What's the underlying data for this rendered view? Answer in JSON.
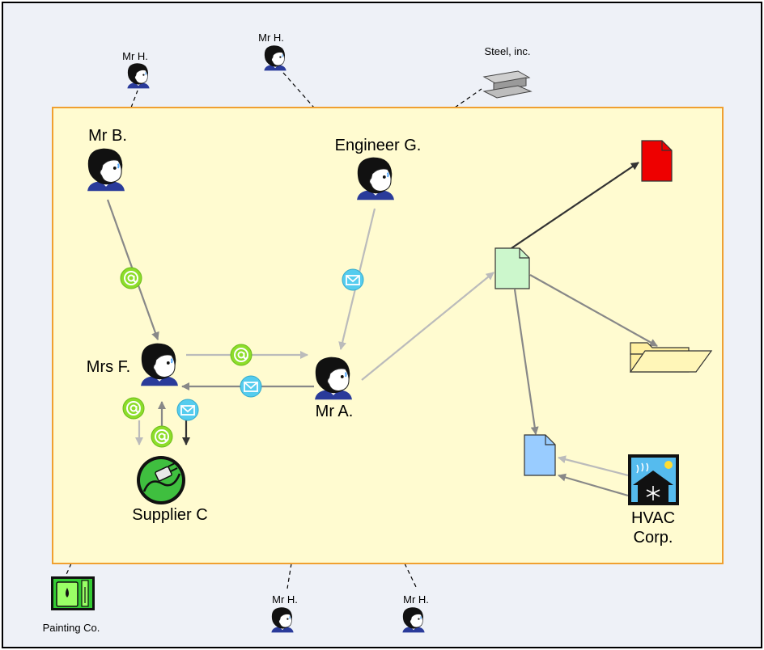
{
  "colors": {
    "canvas_bg": "#eef1f7",
    "zone_fill": "#fffbd0",
    "zone_border": "#f0a030",
    "email_green": "#8ddd2a",
    "message_cyan": "#55ccee",
    "doc_green": "#ccf7cc",
    "doc_red": "#ee0000",
    "doc_blue": "#99ccff",
    "folder": "#fff0a0"
  },
  "people": {
    "mr_b": "Mr B.",
    "engineer_g": "Engineer G.",
    "mrs_f": "Mrs F.",
    "mr_a": "Mr A.",
    "supplier_c": "Supplier C",
    "hvac_line1": "HVAC",
    "hvac_line2": "Corp.",
    "mr_h": "Mr H.",
    "steel": "Steel, inc.",
    "painting": "Painting Co."
  },
  "icons": {
    "person": "person-icon",
    "email": "email-at-icon",
    "message": "envelope-icon",
    "document": "document-icon",
    "folder": "folder-icon",
    "plug": "plug-icon",
    "hvac": "hvac-snowflake-icon",
    "steel_beam": "steel-beam-icon",
    "paint": "paint-can-icon"
  }
}
